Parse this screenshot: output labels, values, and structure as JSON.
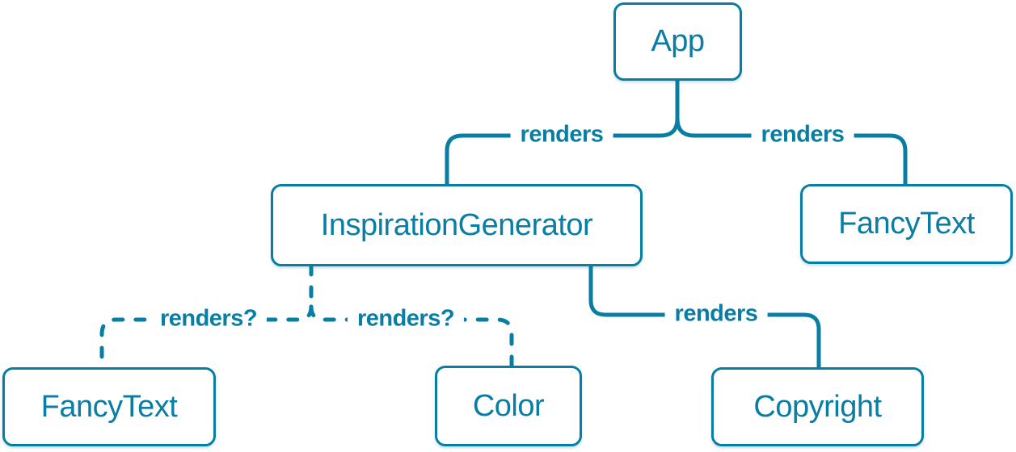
{
  "diagram": {
    "type": "component-render-tree",
    "nodes": [
      {
        "id": "app",
        "label": "App"
      },
      {
        "id": "inspiration-generator",
        "label": "InspirationGenerator"
      },
      {
        "id": "fancy-text-top",
        "label": "FancyText"
      },
      {
        "id": "fancy-text-bottom",
        "label": "FancyText"
      },
      {
        "id": "color",
        "label": "Color"
      },
      {
        "id": "copyright",
        "label": "Copyright"
      }
    ],
    "edges": [
      {
        "from": "App",
        "to": "InspirationGenerator",
        "label": "renders",
        "style": "solid"
      },
      {
        "from": "App",
        "to": "FancyText",
        "label": "renders",
        "style": "solid"
      },
      {
        "from": "InspirationGenerator",
        "to": "FancyText",
        "label": "renders?",
        "style": "dashed"
      },
      {
        "from": "InspirationGenerator",
        "to": "Color",
        "label": "renders?",
        "style": "dashed"
      },
      {
        "from": "InspirationGenerator",
        "to": "Copyright",
        "label": "renders",
        "style": "solid"
      }
    ],
    "colors": {
      "accent": "#087ea4",
      "node_fill": "#ffffff",
      "background": "#ffffff"
    }
  }
}
